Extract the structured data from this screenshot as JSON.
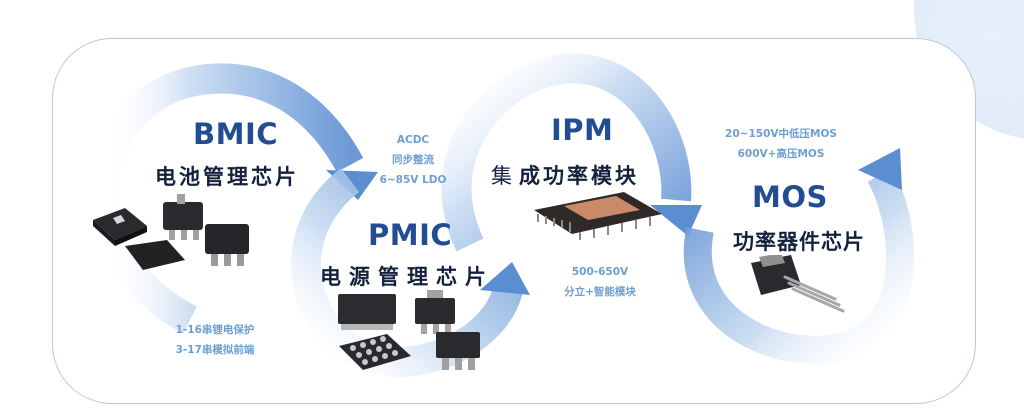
{
  "colors": {
    "accent": "#234d93",
    "text": "#14213d",
    "note": "#6e9fd2",
    "arrow": "#5f8fd0"
  },
  "nodes": [
    {
      "title": "BMIC",
      "subtitle": "电池管理芯片",
      "note": [
        "1-16串锂电保护",
        "3-17串模拟前端"
      ]
    },
    {
      "title": "PMIC",
      "subtitle": "电源管理芯片",
      "note": [
        "ACDC",
        "同步整流",
        "6~85V LDO"
      ]
    },
    {
      "title": "IPM",
      "subtitle_first": "集",
      "subtitle": "成功率模块",
      "note": [
        "500-650V",
        "分立+智能模块"
      ]
    },
    {
      "title": "MOS",
      "subtitle": "功率器件芯片",
      "note": [
        "20~150V中低压MOS",
        "600V+高压MOS"
      ]
    }
  ],
  "icons": [
    "sot-chip-icon",
    "qfn-chip-icon",
    "bga-chip-icon",
    "sot223-chip-icon",
    "ipm-module-icon",
    "to252-mosfet-icon"
  ]
}
